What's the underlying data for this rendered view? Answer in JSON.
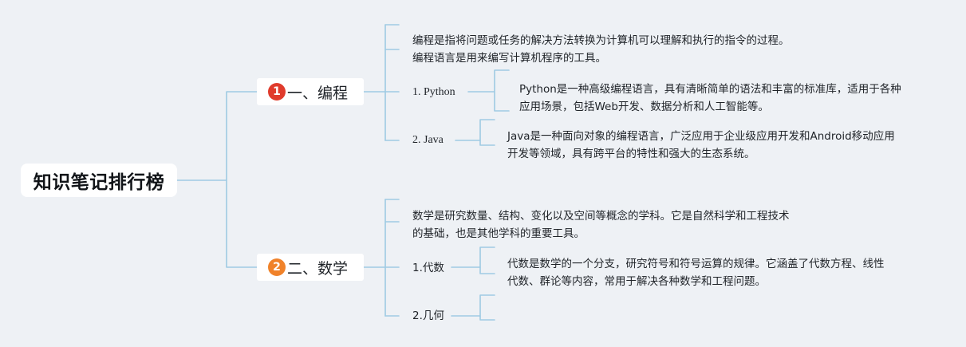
{
  "root": {
    "label": "知识笔记排行榜"
  },
  "colors": {
    "line": "#9fcbe3",
    "badge_1": "#e03b2c",
    "badge_2": "#f0822a"
  },
  "branches": [
    {
      "number": "1",
      "label": "一、编程",
      "note_lines": [
        "编程是指将问题或任务的解决方法转换为计算机可以理解和执行的指令的过程。",
        "编程语言是用来编写计算机程序的工具。"
      ],
      "children": [
        {
          "label": "1. Python",
          "note_lines": [
            "Python是一种高级编程语言，具有清晰简单的语法和丰富的标准库，适用于各种",
            "应用场景，包括Web开发、数据分析和人工智能等。"
          ]
        },
        {
          "label": "2. Java",
          "note_lines": [
            "Java是一种面向对象的编程语言，广泛应用于企业级应用开发和Android移动应用",
            "开发等领域，具有跨平台的特性和强大的生态系统。"
          ]
        }
      ]
    },
    {
      "number": "2",
      "label": "二、数学",
      "note_lines": [
        "数学是研究数量、结构、变化以及空间等概念的学科。它是自然科学和工程技术",
        "的基础，也是其他学科的重要工具。"
      ],
      "children": [
        {
          "label": "1.代数",
          "note_lines": [
            "代数是数学的一个分支，研究符号和符号运算的规律。它涵盖了代数方程、线性",
            "代数、群论等内容，常用于解决各种数学和工程问题。"
          ]
        },
        {
          "label": "2.几何",
          "note_lines": []
        }
      ]
    }
  ]
}
